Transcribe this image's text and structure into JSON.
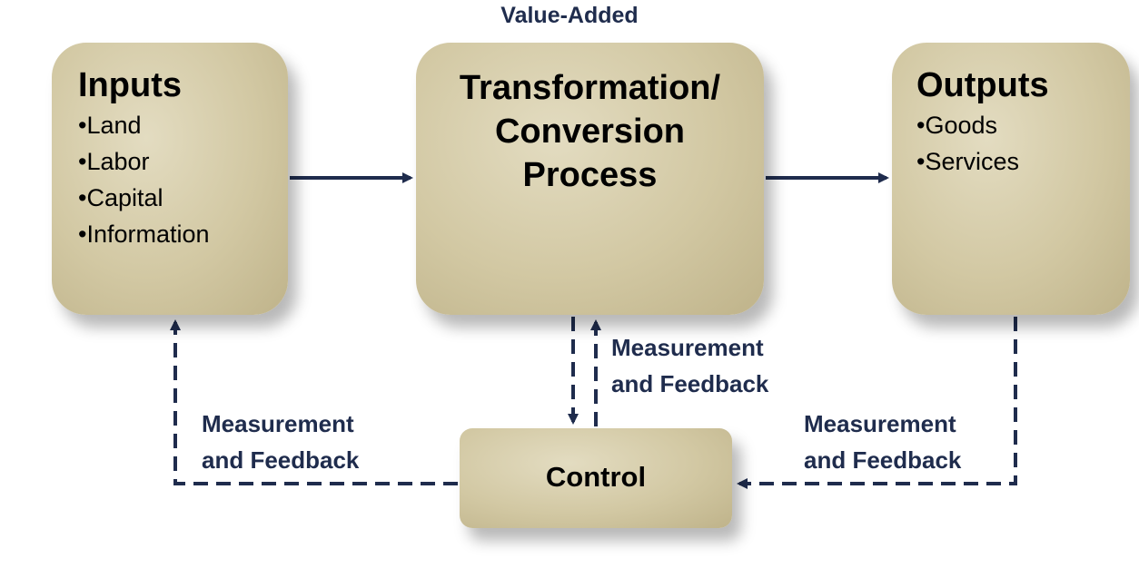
{
  "header": {
    "value_added_label": "Value-Added"
  },
  "inputs": {
    "title": "Inputs",
    "items": [
      "Land",
      "Labor",
      "Capital",
      "Information"
    ]
  },
  "transformation": {
    "title_lines": [
      "Transformation/",
      "Conversion",
      "Process"
    ]
  },
  "outputs": {
    "title": "Outputs",
    "items": [
      "Goods",
      "Services"
    ]
  },
  "control": {
    "label": "Control"
  },
  "feedback_labels": {
    "middle": [
      "Measurement",
      "and Feedback"
    ],
    "left": [
      "Measurement",
      "and Feedback"
    ],
    "right": [
      "Measurement",
      "and Feedback"
    ]
  },
  "colors": {
    "box_fill": "#d2c8a3",
    "connector": "#1f2c4d",
    "label_text": "#1f2c4d"
  }
}
